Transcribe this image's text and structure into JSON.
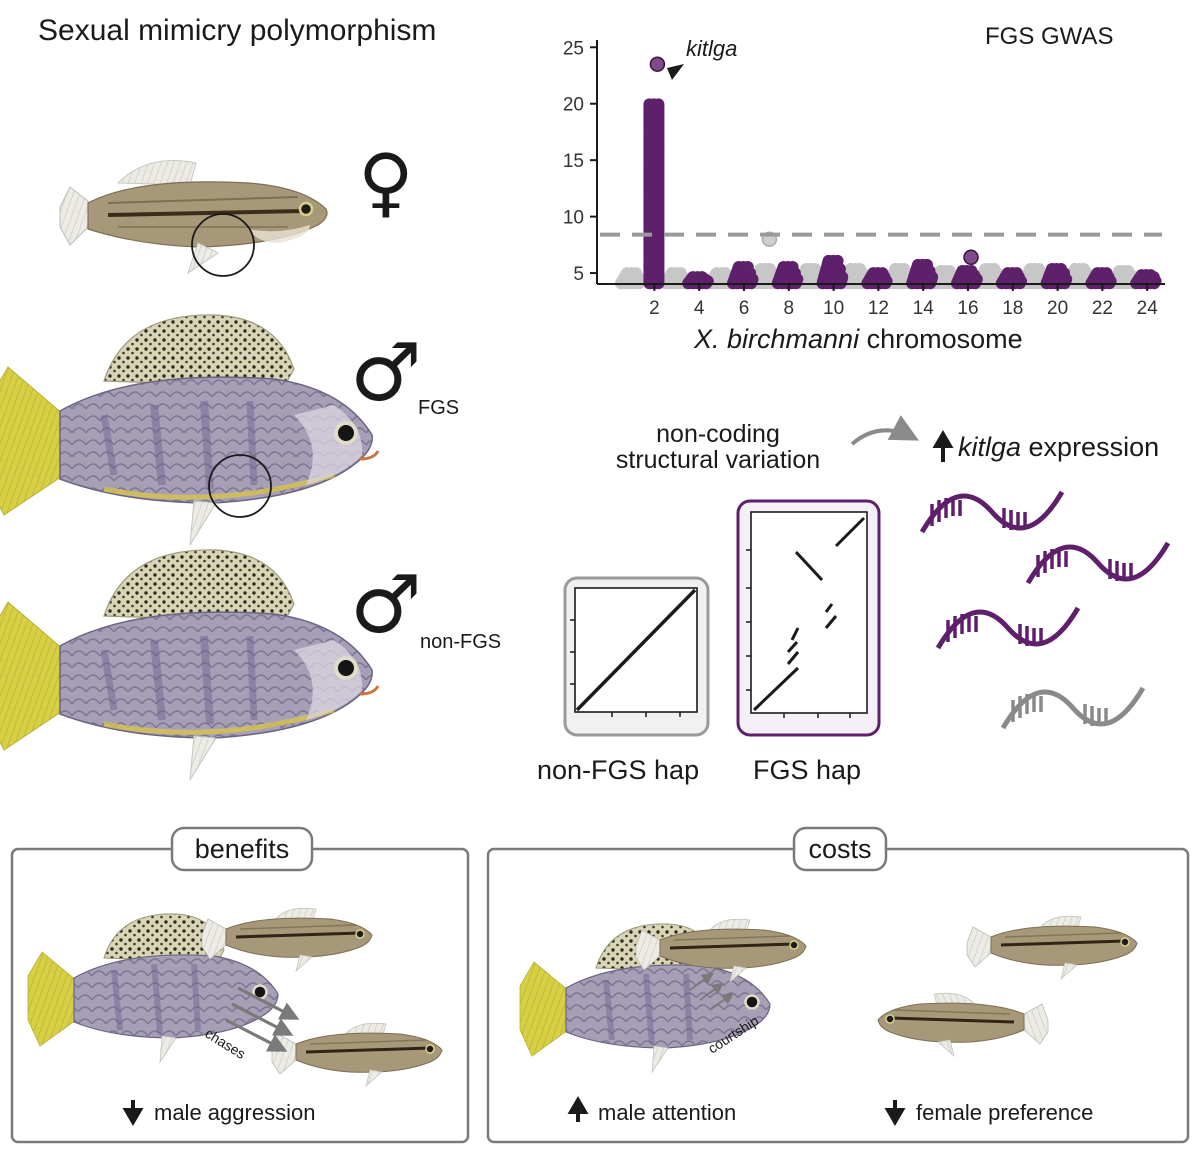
{
  "title": "Sexual mimicry polymorphism",
  "manhattan": {
    "panel_label": "FGS GWAS",
    "xlabel_italic": "X. birchmanni",
    "xlabel_rest": " chromosome",
    "peak_label": "kitlga"
  },
  "chart_data": {
    "type": "scatter",
    "title": "FGS GWAS",
    "xlabel": "X. birchmanni chromosome",
    "ylabel": "",
    "x_tick_labels": [
      "2",
      "4",
      "6",
      "8",
      "10",
      "12",
      "14",
      "16",
      "18",
      "20",
      "22",
      "24"
    ],
    "y_tick_labels": [
      "5",
      "10",
      "15",
      "20",
      "25"
    ],
    "ylim": [
      3.5,
      26
    ],
    "significance_threshold": 8.4,
    "grid": false,
    "chromosomes": [
      {
        "chr": 1,
        "color": "gray",
        "base_max": 5.0
      },
      {
        "chr": 2,
        "color": "purple",
        "base_max": 20.0,
        "top_hit": 23.5,
        "annotation": "kitlga"
      },
      {
        "chr": 3,
        "color": "gray",
        "base_max": 5.0
      },
      {
        "chr": 4,
        "color": "purple",
        "base_max": 4.8
      },
      {
        "chr": 5,
        "color": "gray",
        "base_max": 5.0
      },
      {
        "chr": 6,
        "color": "purple",
        "base_max": 5.6
      },
      {
        "chr": 7,
        "color": "gray",
        "base_max": 5.5,
        "top_hit": 8.0
      },
      {
        "chr": 8,
        "color": "purple",
        "base_max": 5.6
      },
      {
        "chr": 9,
        "color": "gray",
        "base_max": 5.4
      },
      {
        "chr": 10,
        "color": "purple",
        "base_max": 6.1
      },
      {
        "chr": 11,
        "color": "gray",
        "base_max": 5.4
      },
      {
        "chr": 12,
        "color": "purple",
        "base_max": 5.0
      },
      {
        "chr": 13,
        "color": "gray",
        "base_max": 5.5
      },
      {
        "chr": 14,
        "color": "purple",
        "base_max": 5.8
      },
      {
        "chr": 15,
        "color": "gray",
        "base_max": 5.2
      },
      {
        "chr": 16,
        "color": "purple",
        "base_max": 5.3,
        "top_hit": 6.4
      },
      {
        "chr": 17,
        "color": "gray",
        "base_max": 5.4
      },
      {
        "chr": 18,
        "color": "purple",
        "base_max": 5.0
      },
      {
        "chr": 19,
        "color": "gray",
        "base_max": 5.4
      },
      {
        "chr": 20,
        "color": "purple",
        "base_max": 5.5
      },
      {
        "chr": 21,
        "color": "gray",
        "base_max": 5.4
      },
      {
        "chr": 22,
        "color": "purple",
        "base_max": 5.0
      },
      {
        "chr": 23,
        "color": "gray",
        "base_max": 5.3
      },
      {
        "chr": 24,
        "color": "purple",
        "base_max": 4.9
      }
    ]
  },
  "fish_labels": {
    "female_symbol": "♀",
    "male_symbol": "♂",
    "fgs_label": "FGS",
    "nonfgs_label": "non-FGS"
  },
  "mechanism": {
    "line1": "non-coding",
    "line2": "structural variation",
    "expr_italic": "kitlga",
    "expr_rest": " expression"
  },
  "haplotypes": {
    "nonfgs": "non-FGS hap",
    "fgs": "FGS hap"
  },
  "benefits": {
    "title": "benefits",
    "chases": "chases",
    "caption": "male aggression"
  },
  "costs": {
    "title": "costs",
    "courtship": "courtship",
    "caption1": "male attention",
    "caption2": "female preference"
  },
  "colors": {
    "purple": "#5e1f6b",
    "gray": "#c7c7c7",
    "dark_gray": "#8a8a8a",
    "frame": "#777777",
    "fgs_box_fill": "#f5eff7",
    "nonfgs_box_fill": "#f1f1f1",
    "yellow_fin": "#d9d24a",
    "female_body": "#a8987a",
    "male_body": "#9d97ad"
  }
}
